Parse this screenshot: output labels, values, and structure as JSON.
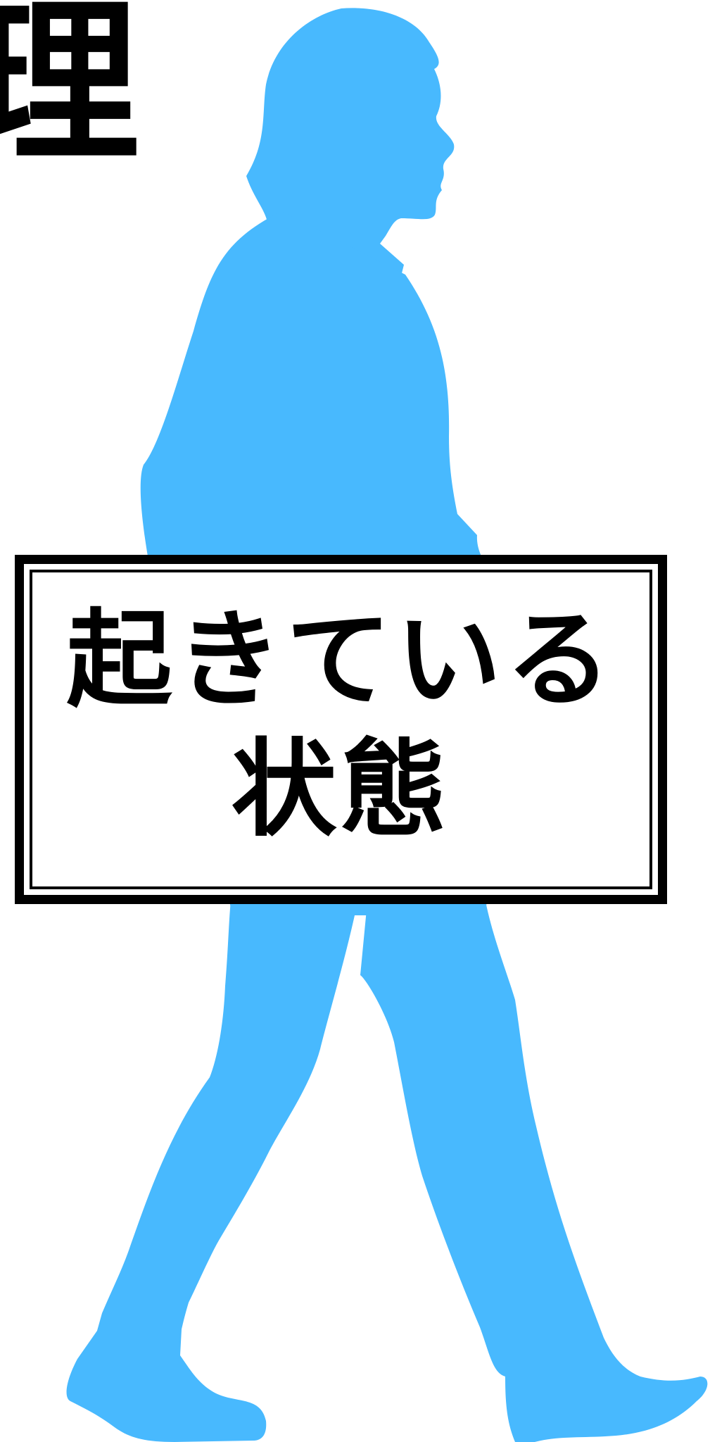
{
  "corner_text": "理",
  "label": {
    "line1": "起きている",
    "line2": "状態"
  },
  "colors": {
    "silhouette": "#48b9fe",
    "text": "#000000",
    "background": "#ffffff"
  }
}
